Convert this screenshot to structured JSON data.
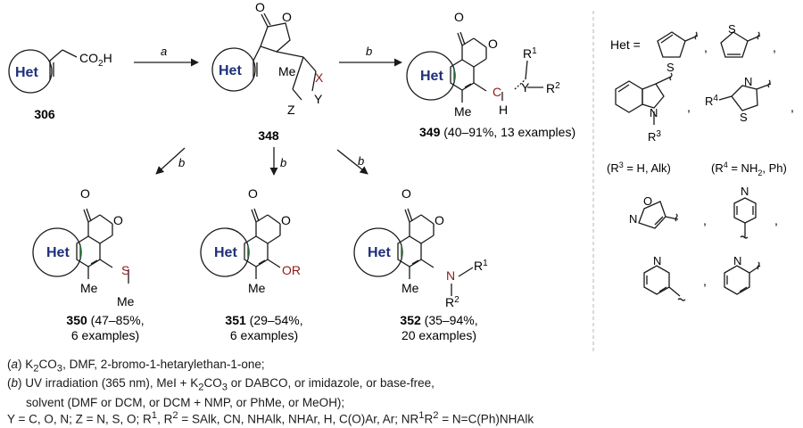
{
  "labels": {
    "het": "Het",
    "co2h": "CO",
    "co2h_sub": "2",
    "co2h_tail": "H",
    "me": "Me",
    "o": "O",
    "x": "X",
    "y": "Y",
    "z": "Z",
    "c": "C",
    "h": "H",
    "s": "S",
    "n": "N",
    "or": "OR",
    "r": "R",
    "r1": "1",
    "r2": "2",
    "r3": "3",
    "r4": "4",
    "het_eq": "Het  =",
    "comma": ","
  },
  "arrows": {
    "a": "a",
    "b": "b"
  },
  "compounds": {
    "c306": "306",
    "c348": "348",
    "c349": {
      "num": "349",
      "text": " (40–91%, 13 examples)"
    },
    "c350": {
      "num": "350",
      "text": " (47–85%,",
      "line2": "6 examples)"
    },
    "c351": {
      "num": "351",
      "text": " (29–54%,",
      "line2": "6 examples)"
    },
    "c352": {
      "num": "352",
      "text": " (35–94%,",
      "line2": "20 examples)"
    }
  },
  "het_notes": {
    "r3_pre": "(R",
    "r3_sup": "3",
    "r3_post": " = H, Alk)",
    "r4_pre": "(R",
    "r4_sup": "4",
    "r4_mid": " = NH",
    "r4_sub": "2",
    "r4_post": ", Ph)"
  },
  "conditions": {
    "a_tag": "a",
    "a_pre": ") K",
    "a_sub1": "2",
    "a_mid": "CO",
    "a_sub2": "3",
    "a_post": ", DMF, 2-bromo-1-hetarylethan-1-one;",
    "b_tag": "b",
    "b_pre": ") UV irradiation (365 nm), MeI + K",
    "b_sub1": "2",
    "b_mid": "CO",
    "b_sub2": "3",
    "b_post": " or DABCO, or imidazole, or base-free,",
    "b_line2": "solvent (DMF or DCM, or  DCM + NMP, or PhMe, or MeOH);",
    "y_pre": "Y = C, O, N; Z = N, S, O; R",
    "y_s1": "1",
    "y_mid1": ", R",
    "y_s2": "2",
    "y_mid2": " = SAlk, CN, NHAlk, NHAr, H, C(O)Ar, Ar; NR",
    "y_s3": "1",
    "y_mid3": "R",
    "y_s4": "2",
    "y_post": " = N=C(Ph)NHAlk"
  },
  "colors": {
    "bond": "#1a1a1a",
    "heteroatom": "#8b1a1a",
    "het_text": "#1f2f7a",
    "divider": "#b4b4b4"
  }
}
